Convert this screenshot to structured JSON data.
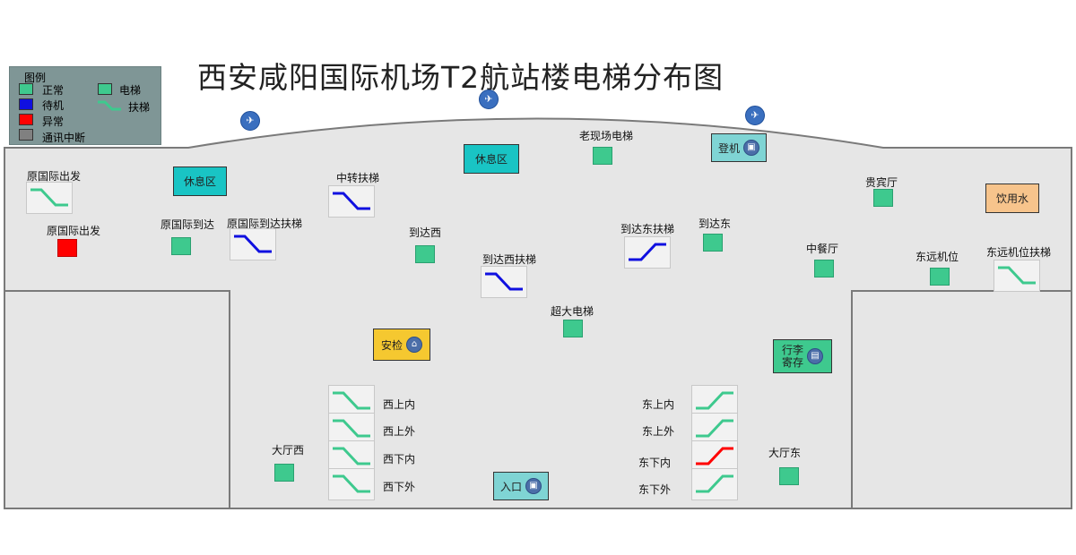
{
  "title": "西安咸阳国际机场T2航站楼电梯分布图",
  "colors": {
    "normal": "#3ec98e",
    "standby": "#1010e0",
    "error": "#ff0000",
    "offline": "#808080",
    "floor": "#e6e6e6",
    "legend_bg": "#7f9696"
  },
  "legend": {
    "title": "图例",
    "status": [
      {
        "label": "正常",
        "color": "#3ec98e"
      },
      {
        "label": "待机",
        "color": "#1010e0"
      },
      {
        "label": "异常",
        "color": "#ff0000"
      },
      {
        "label": "通讯中断",
        "color": "#808080"
      }
    ],
    "types": [
      {
        "label": "电梯",
        "icon": "elevator-icon"
      },
      {
        "label": "扶梯",
        "icon": "escalator-icon"
      }
    ]
  },
  "areas": {
    "rest_left": "休息区",
    "rest_center": "休息区",
    "boarding": "登机",
    "drinking_water": "饮用水",
    "security": "安检",
    "luggage_1": "行李",
    "luggage_2": "寄存",
    "entrance": "入口"
  },
  "elevators": [
    {
      "id": "e1",
      "label": "原国际出发",
      "status": "error"
    },
    {
      "id": "e2",
      "label": "原国际到达",
      "status": "normal"
    },
    {
      "id": "e3",
      "label": "到达西",
      "status": "normal"
    },
    {
      "id": "e4",
      "label": "老现场电梯",
      "status": "normal"
    },
    {
      "id": "e5",
      "label": "到达东",
      "status": "normal"
    },
    {
      "id": "e6",
      "label": "贵宾厅",
      "status": "normal"
    },
    {
      "id": "e7",
      "label": "中餐厅",
      "status": "normal"
    },
    {
      "id": "e8",
      "label": "东远机位",
      "status": "normal"
    },
    {
      "id": "e9",
      "label": "超大电梯",
      "status": "normal"
    },
    {
      "id": "e10",
      "label": "大厅西",
      "status": "normal"
    },
    {
      "id": "e11",
      "label": "大厅东",
      "status": "normal"
    }
  ],
  "escalators": [
    {
      "id": "s1",
      "label": "原国际出发",
      "status": "normal",
      "dir": "down"
    },
    {
      "id": "s2",
      "label": "中转扶梯",
      "status": "standby",
      "dir": "down"
    },
    {
      "id": "s3",
      "label": "原国际到达扶梯",
      "status": "standby",
      "dir": "down"
    },
    {
      "id": "s4",
      "label": "到达西扶梯",
      "status": "standby",
      "dir": "down"
    },
    {
      "id": "s5",
      "label": "到达东扶梯",
      "status": "standby",
      "dir": "up"
    },
    {
      "id": "s6",
      "label": "东远机位扶梯",
      "status": "normal",
      "dir": "down"
    },
    {
      "id": "s7",
      "label": "西上内",
      "status": "normal",
      "dir": "down"
    },
    {
      "id": "s8",
      "label": "西上外",
      "status": "normal",
      "dir": "down"
    },
    {
      "id": "s9",
      "label": "西下内",
      "status": "normal",
      "dir": "down"
    },
    {
      "id": "s10",
      "label": "西下外",
      "status": "normal",
      "dir": "down"
    },
    {
      "id": "s11",
      "label": "东上内",
      "status": "normal",
      "dir": "up"
    },
    {
      "id": "s12",
      "label": "东上外",
      "status": "normal",
      "dir": "up"
    },
    {
      "id": "s13",
      "label": "东下内",
      "status": "error",
      "dir": "up"
    },
    {
      "id": "s14",
      "label": "东下外",
      "status": "normal",
      "dir": "up"
    }
  ]
}
